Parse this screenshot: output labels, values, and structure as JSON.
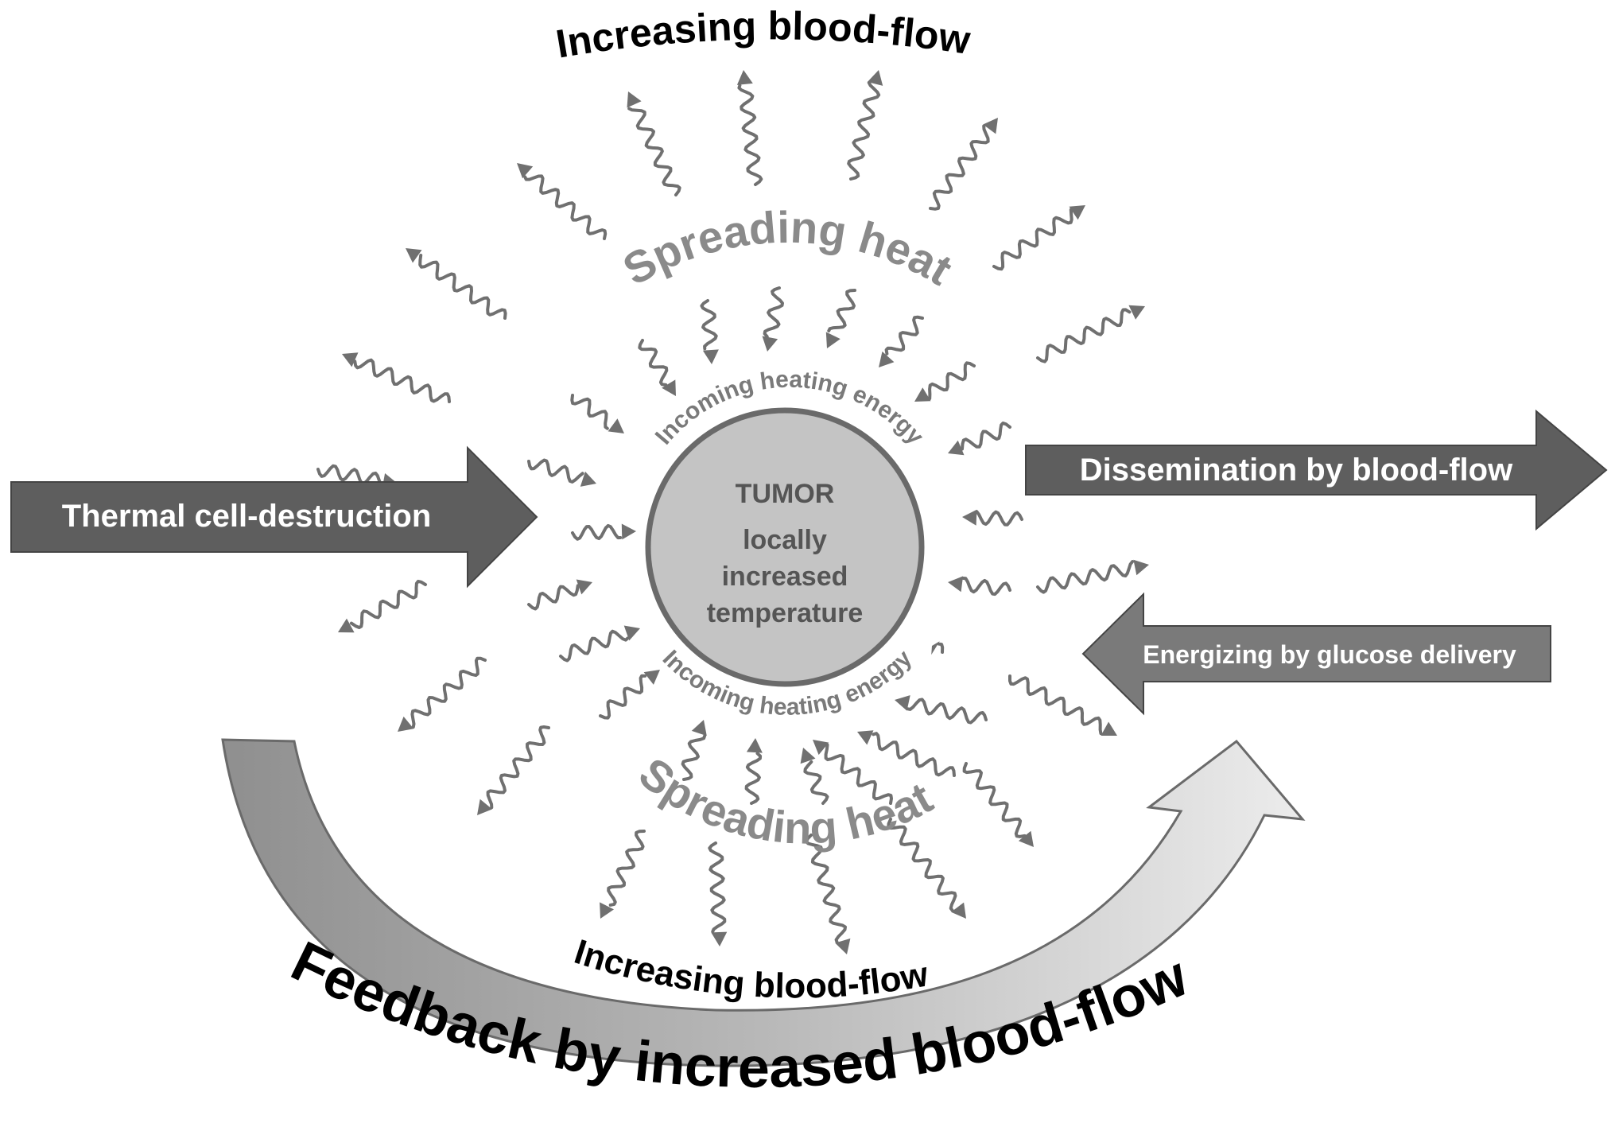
{
  "top_title": "Increasing blood-flow",
  "spreading_heat_top": "Spreading heat",
  "spreading_heat_bottom": "Spreading heat",
  "incoming_top": "Incoming heating energy",
  "incoming_bottom": "Incoming heating energy",
  "tumor": {
    "title": "TUMOR",
    "line1": "locally",
    "line2": "increased",
    "line3": "temperature"
  },
  "left_arrow": "Thermal cell-destruction",
  "right_arrow_top": "Dissemination by blood-flow",
  "right_arrow_bottom": "Energizing by glucose delivery",
  "bottom_inner": "Increasing blood-flow",
  "bottom_outer": "Feedback by increased blood-flow",
  "colors": {
    "dark_arrow": "#5e5e5e",
    "mid_arrow": "#7a7a7a",
    "tumor_fill": "#c4c4c4",
    "tumor_stroke": "#6a6a6a",
    "squiggle": "#707070",
    "label_gray": "#8a8a8a",
    "text_black": "#000000"
  }
}
